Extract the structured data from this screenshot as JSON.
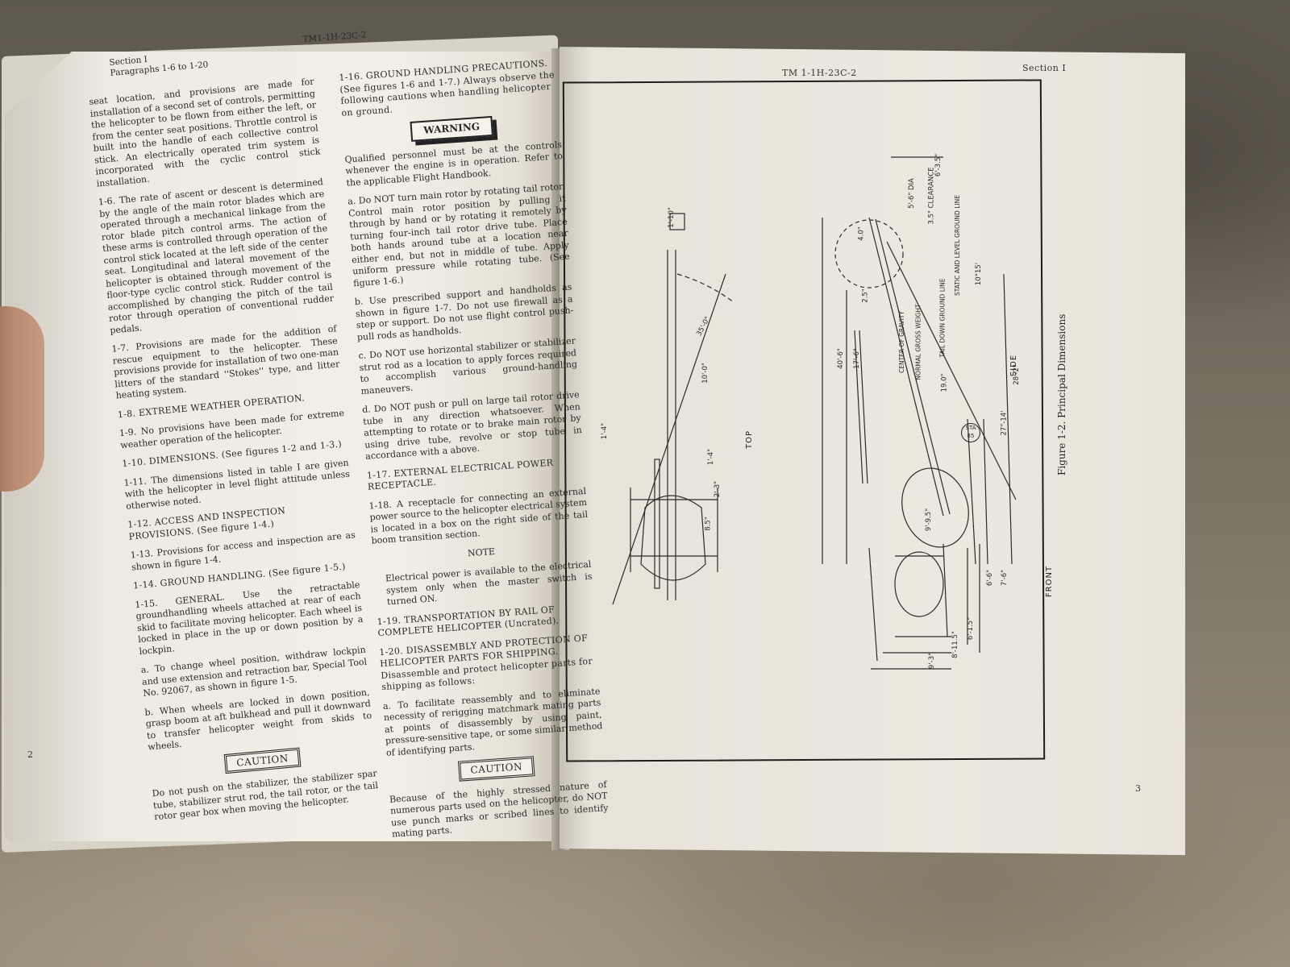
{
  "document": {
    "manual_id_left": "TM1-1H-23C-2",
    "manual_id_right": "TM 1-1H-23C-2",
    "section": "Section I",
    "paragraph_range": "Paragraphs 1-6 to 1-20",
    "page_left_number": "2",
    "page_right_number": "3"
  },
  "left_page": {
    "column1": {
      "intro": "seat location, and provisions are made for installation of a second set of controls, permitting the helicopter to be flown from either the left, or from the center seat positions. Throttle control is built into the handle of each collective control stick. An electrically operated trim system is incorporated with the cyclic control stick installation.",
      "p1_6": "1-6. The rate of ascent or descent is determined by the angle of the main rotor blades which are operated through a mechanical linkage from the rotor blade pitch control arms. The action of these arms is controlled through operation of the control stick located at the left side of the center seat. Longitudinal and lateral movement of the helicopter is obtained through movement of the floor-type cyclic control stick. Rudder control is accomplished by changing the pitch of the tail rotor through operation of conventional rudder pedals.",
      "p1_7": "1-7. Provisions are made for the addition of rescue equipment to the helicopter. These provisions provide for installation of two one-man litters of the standard ''Stokes'' type, and litter heating system.",
      "h1_8": "1-8. EXTREME WEATHER OPERATION.",
      "p1_9": "1-9. No provisions have been made for extreme weather operation of the helicopter.",
      "h1_10": "1-10. DIMENSIONS. (See figures 1-2 and 1-3.)",
      "p1_11": "1-11. The dimensions listed in table I are given with the helicopter in level flight attitude unless otherwise noted.",
      "h1_12": "1-12. ACCESS AND INSPECTION PROVISIONS. (See figure 1-4.)",
      "p1_13": "1-13. Provisions for access and inspection are as shown in figure 1-4.",
      "h1_14": "1-14. GROUND HANDLING. (See figure 1-5.)",
      "p1_15": "1-15. GENERAL. Use the retractable groundhandling wheels attached at rear of each skid to facilitate moving helicopter. Each wheel is locked in place in the up or down position by a lockpin.",
      "p1_15a": "a. To change wheel position, withdraw lockpin and use extension and retraction bar, Special Tool No. 92067, as shown in figure 1-5.",
      "p1_15b": "b. When wheels are locked in down position, grasp boom at aft bulkhead and pull it downward to transfer helicopter weight from skids to wheels.",
      "caution_label": "CAUTION",
      "caution_text": "Do not push on the stabilizer, the stabilizer spar tube, stabilizer strut rod, the tail rotor, or the tail rotor gear box when moving the helicopter."
    },
    "column2": {
      "h1_16": "1-16. GROUND HANDLING PRECAUTIONS. (See figures 1-6 and 1-7.) Always observe the following cautions when handling helicopter on ground.",
      "warning_label": "WARNING",
      "warning_text": "Qualified personnel must be at the controls whenever the engine is in operation. Refer to the applicable Flight Handbook.",
      "p1_16a": "a. Do NOT turn main rotor by rotating tail rotor. Control main rotor position by pulling it through by hand or by rotating it remotely by turning four-inch tail rotor drive tube. Place both hands around tube at a location near either end, but not in middle of tube. Apply uniform pressure while rotating tube. (See figure 1-6.)",
      "p1_16b": "b. Use prescribed support and handholds as shown in figure 1-7. Do not use firewall as a step or support. Do not use flight control push-pull rods as handholds.",
      "p1_16c": "c. Do NOT use horizontal stabilizer or stabilizer strut rod as a location to apply forces required to accomplish various ground-handling maneuvers.",
      "p1_16d": "d. Do NOT push or pull on large tail rotor drive tube in any direction whatsoever. When attempting to rotate or to brake main rotor by using drive tube, revolve or stop tube in accordance with a above.",
      "h1_17": "1-17. EXTERNAL ELECTRICAL POWER RECEPTACLE.",
      "p1_18": "1-18. A receptacle for connecting an external power source to the helicopter electrical system is located in a box on the right side of the tail boom transition section.",
      "note_label": "NOTE",
      "note_text": "Electrical power is available to the electrical system only when the master switch is turned ON.",
      "h1_19": "1-19. TRANSPORTATION BY RAIL OF COMPLETE HELICOPTER (Uncrated).",
      "h1_20": "1-20. DISASSEMBLY AND PROTECTION OF HELICOPTER PARTS FOR SHIPPING. Disassemble and protect helicopter parts for shipping as follows:",
      "p1_20a": "a. To facilitate reassembly and to eliminate necessity of rerigging matchmark mating parts at points of disassembly by using paint, pressure-sensitive tape, or some similar method of identifying parts.",
      "caution_label": "CAUTION",
      "caution_text": "Because of the highly stressed nature of numerous parts used on the helicopter, do NOT use punch marks or scribed lines to identify mating parts."
    }
  },
  "right_page": {
    "figure_caption": "Figure 1-2. Principal Dimensions",
    "views": {
      "top": "TOP",
      "side": "SIDE",
      "front": "FRONT"
    },
    "top_view_dims": [
      "1'-10\"",
      "35'-0\"",
      "10'-0\"",
      "1'-4\"",
      "1'-4\"",
      "2'-3\"",
      "8.5\""
    ],
    "side_view_dims": [
      "6'-3.5\"",
      "5'-6\" DIA",
      "3.5\" CLEARANCE",
      "4.0\"",
      "10°15'",
      "2.5\"",
      "40'-6\"",
      "17'-6\"",
      "28'-2\"",
      "19.0\"",
      "27\"-14'",
      "9'-9.5\""
    ],
    "side_view_labels": [
      "STATIC AND LEVEL GROUND LINE",
      "TAIL DOWN GROUND LINE",
      "CENTER OF GRAVITY",
      "NORMAL GROSS WEIGHT",
      "STA 85"
    ],
    "front_view_dims": [
      "6'-6\"",
      "7'-6\"",
      "6'-1.5\"",
      "8'-11.5\"",
      "9'-3\""
    ]
  }
}
